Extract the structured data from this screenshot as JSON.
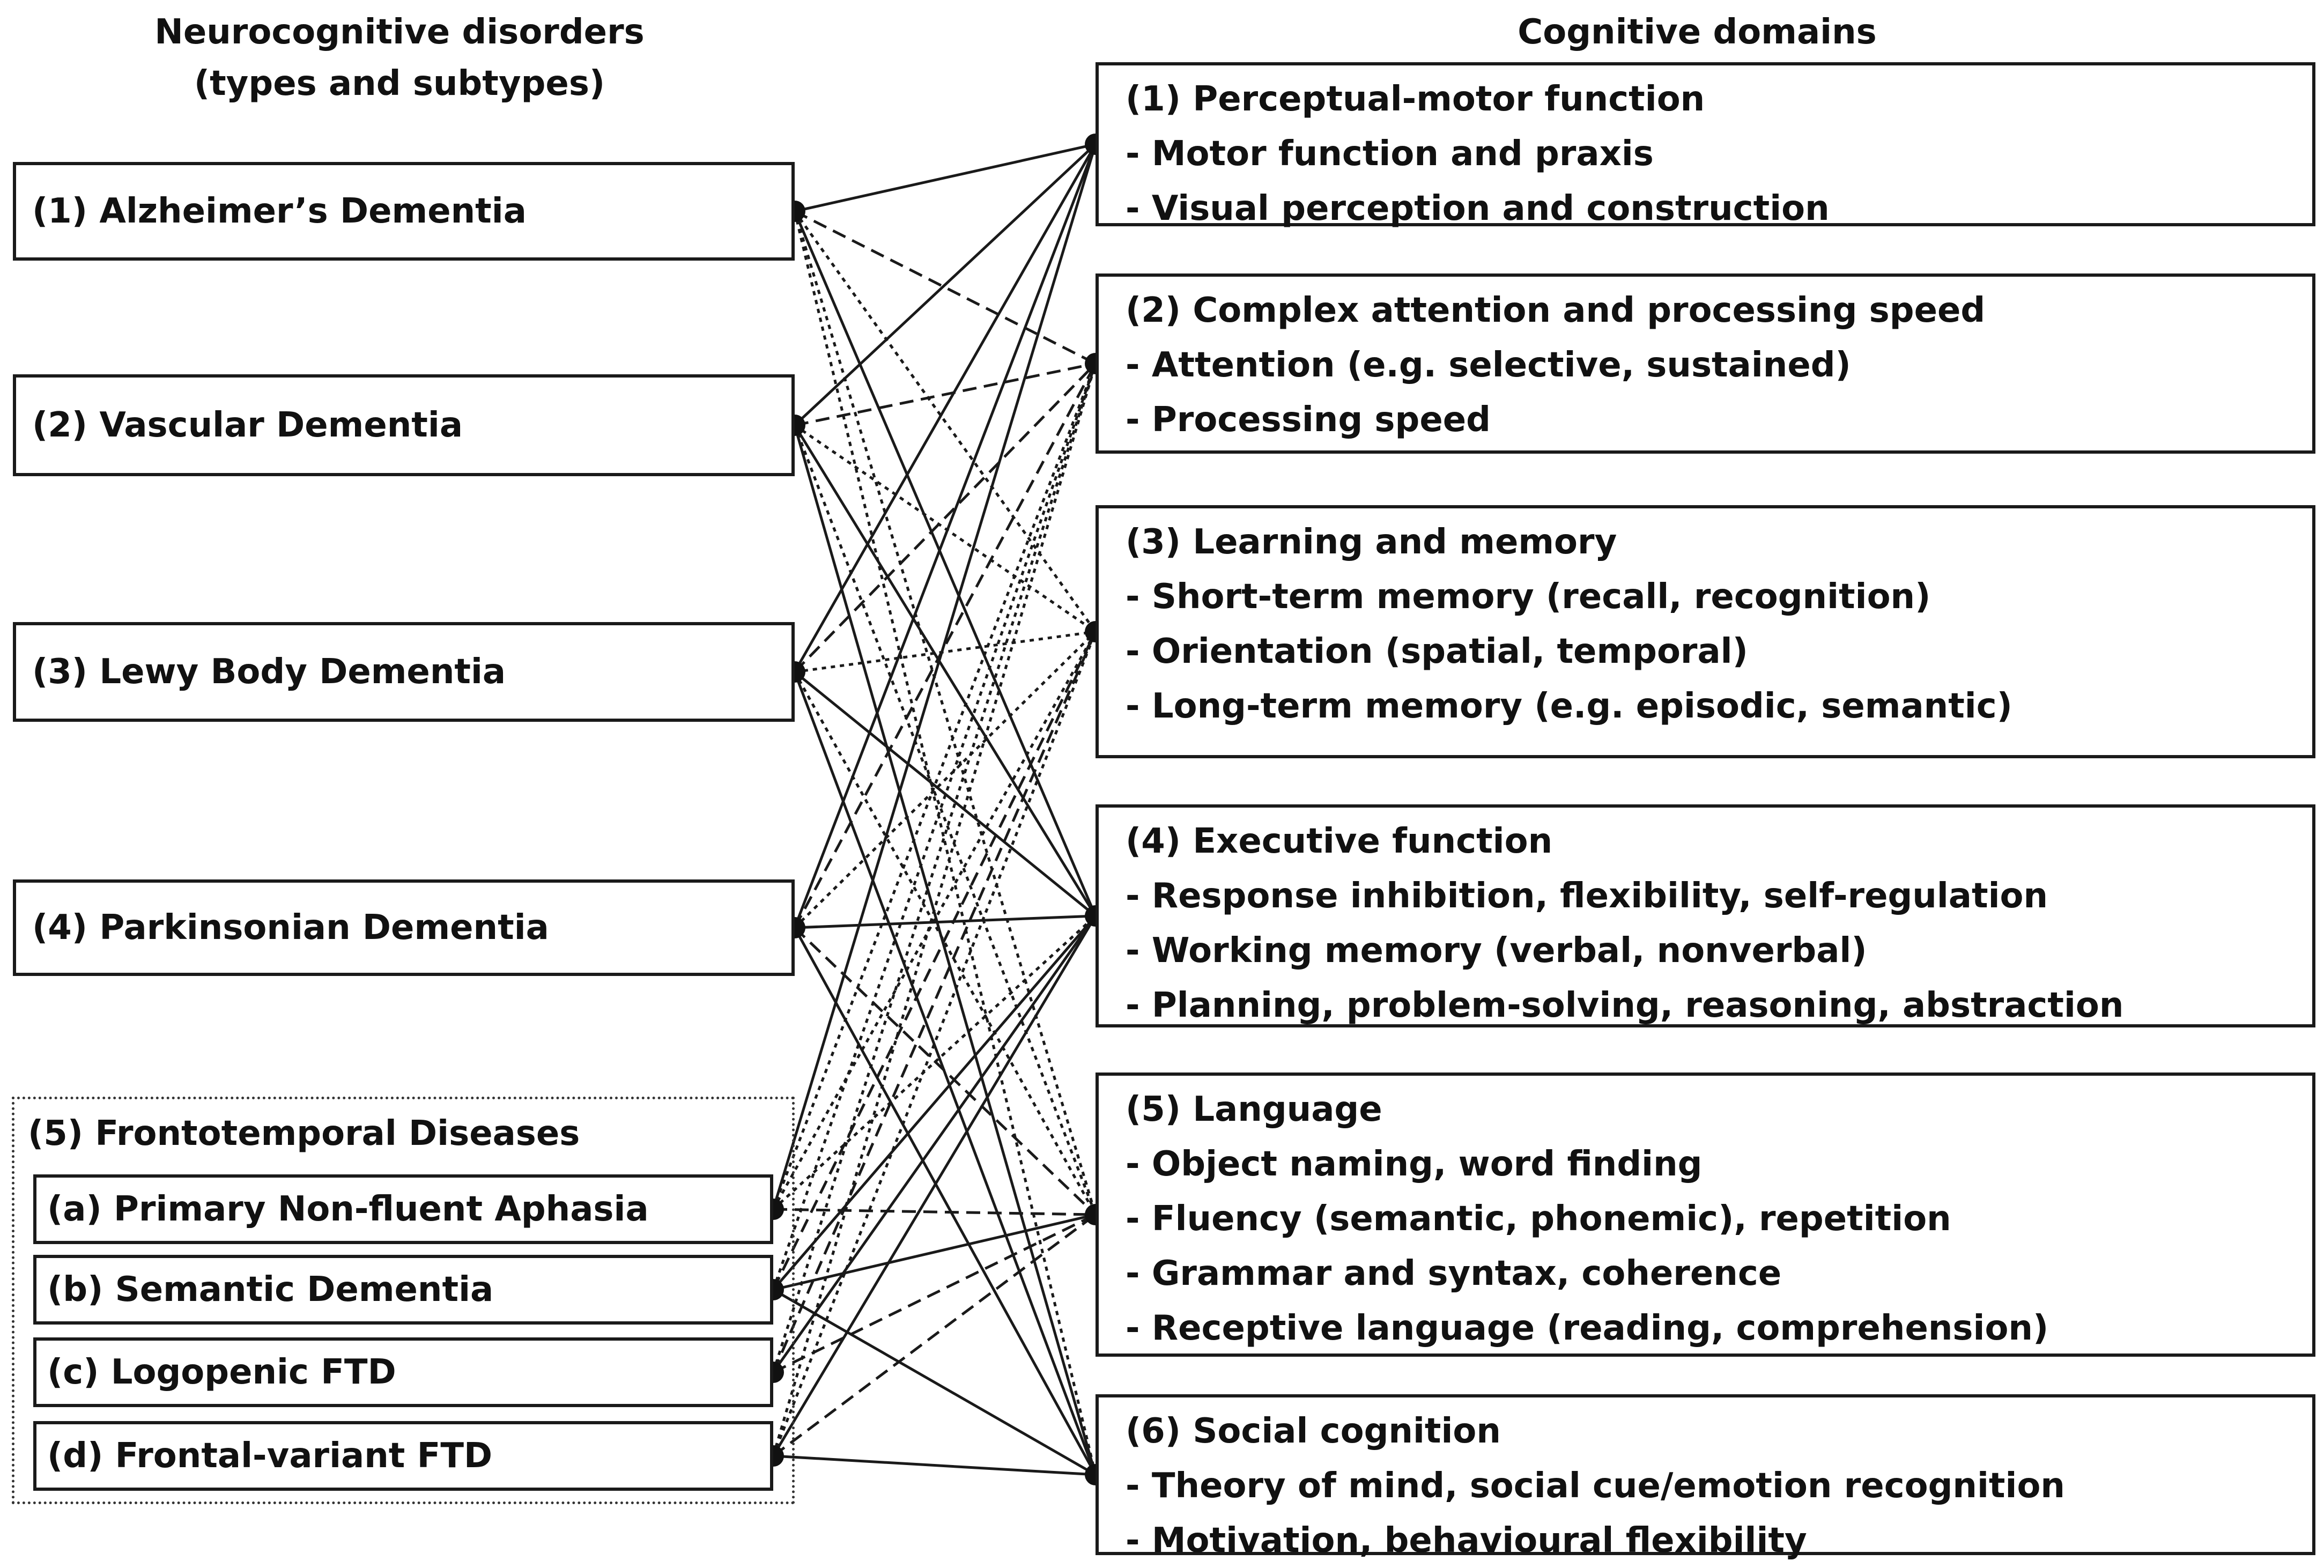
{
  "headers": {
    "left": [
      "Neurocognitive disorders",
      "(types and subtypes)"
    ],
    "right": "Cognitive domains"
  },
  "disorders": [
    {
      "id": "d1",
      "label": "(1) Alzheimer’s Dementia"
    },
    {
      "id": "d2",
      "label": "(2) Vascular Dementia"
    },
    {
      "id": "d3",
      "label": "(3) Lewy Body Dementia"
    },
    {
      "id": "d4",
      "label": "(4) Parkinsonian Dementia"
    }
  ],
  "frontotemporal": {
    "label": "(5) Frontotemporal Diseases",
    "subtypes": [
      {
        "id": "s1",
        "label": "(a) Primary Non-fluent Aphasia"
      },
      {
        "id": "s2",
        "label": "(b) Semantic Dementia"
      },
      {
        "id": "s3",
        "label": "(c) Logopenic FTD"
      },
      {
        "id": "s4",
        "label": "(d) Frontal-variant FTD"
      }
    ]
  },
  "domains": [
    {
      "id": "c1",
      "lines": [
        "(1) Perceptual-motor function",
        "- Motor function and praxis",
        "- Visual perception and construction"
      ]
    },
    {
      "id": "c2",
      "lines": [
        "(2) Complex attention and processing speed",
        "- Attention (e.g. selective, sustained)",
        "- Processing speed"
      ]
    },
    {
      "id": "c3",
      "lines": [
        "(3) Learning and memory",
        "- Short-term memory (recall, recognition)",
        "- Orientation (spatial, temporal)",
        "- Long-term memory (e.g. episodic, semantic)"
      ]
    },
    {
      "id": "c4",
      "lines": [
        "(4) Executive function",
        "- Response inhibition, flexibility, self-regulation",
        "- Working memory (verbal, nonverbal)",
        "- Planning, problem-solving, reasoning, abstraction"
      ]
    },
    {
      "id": "c5",
      "lines": [
        "(5) Language",
        "- Object naming, word finding",
        "- Fluency (semantic, phonemic), repetition",
        "- Grammar and syntax, coherence",
        "- Receptive language (reading, comprehension)"
      ]
    },
    {
      "id": "c6",
      "lines": [
        "(6) Social cognition",
        "- Theory of mind, social cue/emotion recognition",
        "- Motivation, behavioural flexibility"
      ]
    }
  ],
  "links": [
    {
      "from": "d1",
      "to": "c1",
      "style": "solid"
    },
    {
      "from": "d1",
      "to": "c2",
      "style": "dashed"
    },
    {
      "from": "d1",
      "to": "c3",
      "style": "dotted"
    },
    {
      "from": "d1",
      "to": "c4",
      "style": "solid"
    },
    {
      "from": "d1",
      "to": "c5",
      "style": "dotted"
    },
    {
      "from": "d1",
      "to": "c6",
      "style": "dotted"
    },
    {
      "from": "d2",
      "to": "c1",
      "style": "solid"
    },
    {
      "from": "d2",
      "to": "c2",
      "style": "dashed"
    },
    {
      "from": "d2",
      "to": "c3",
      "style": "dotted"
    },
    {
      "from": "d2",
      "to": "c4",
      "style": "solid"
    },
    {
      "from": "d2",
      "to": "c5",
      "style": "dotted"
    },
    {
      "from": "d2",
      "to": "c6",
      "style": "solid"
    },
    {
      "from": "d3",
      "to": "c1",
      "style": "solid"
    },
    {
      "from": "d3",
      "to": "c2",
      "style": "dashed"
    },
    {
      "from": "d3",
      "to": "c3",
      "style": "dotted"
    },
    {
      "from": "d3",
      "to": "c4",
      "style": "solid"
    },
    {
      "from": "d3",
      "to": "c5",
      "style": "dotted"
    },
    {
      "from": "d3",
      "to": "c6",
      "style": "solid"
    },
    {
      "from": "d4",
      "to": "c1",
      "style": "solid"
    },
    {
      "from": "d4",
      "to": "c2",
      "style": "dashed"
    },
    {
      "from": "d4",
      "to": "c3",
      "style": "dotted"
    },
    {
      "from": "d4",
      "to": "c4",
      "style": "solid"
    },
    {
      "from": "d4",
      "to": "c5",
      "style": "dashed"
    },
    {
      "from": "d4",
      "to": "c6",
      "style": "solid"
    },
    {
      "from": "s1",
      "to": "c1",
      "style": "solid"
    },
    {
      "from": "s1",
      "to": "c2",
      "style": "dotted"
    },
    {
      "from": "s1",
      "to": "c3",
      "style": "dotted"
    },
    {
      "from": "s1",
      "to": "c4",
      "style": "dotted"
    },
    {
      "from": "s1",
      "to": "c5",
      "style": "dashed"
    },
    {
      "from": "s2",
      "to": "c2",
      "style": "dotted"
    },
    {
      "from": "s2",
      "to": "c3",
      "style": "dashed"
    },
    {
      "from": "s2",
      "to": "c4",
      "style": "solid"
    },
    {
      "from": "s2",
      "to": "c5",
      "style": "solid"
    },
    {
      "from": "s2",
      "to": "c6",
      "style": "solid"
    },
    {
      "from": "s3",
      "to": "c2",
      "style": "dotted"
    },
    {
      "from": "s3",
      "to": "c3",
      "style": "dashed"
    },
    {
      "from": "s3",
      "to": "c4",
      "style": "solid"
    },
    {
      "from": "s3",
      "to": "c5",
      "style": "dashed"
    },
    {
      "from": "s4",
      "to": "c2",
      "style": "dotted"
    },
    {
      "from": "s4",
      "to": "c3",
      "style": "dotted"
    },
    {
      "from": "s4",
      "to": "c4",
      "style": "solid"
    },
    {
      "from": "s4",
      "to": "c5",
      "style": "dashed"
    },
    {
      "from": "s4",
      "to": "c6",
      "style": "solid"
    }
  ]
}
